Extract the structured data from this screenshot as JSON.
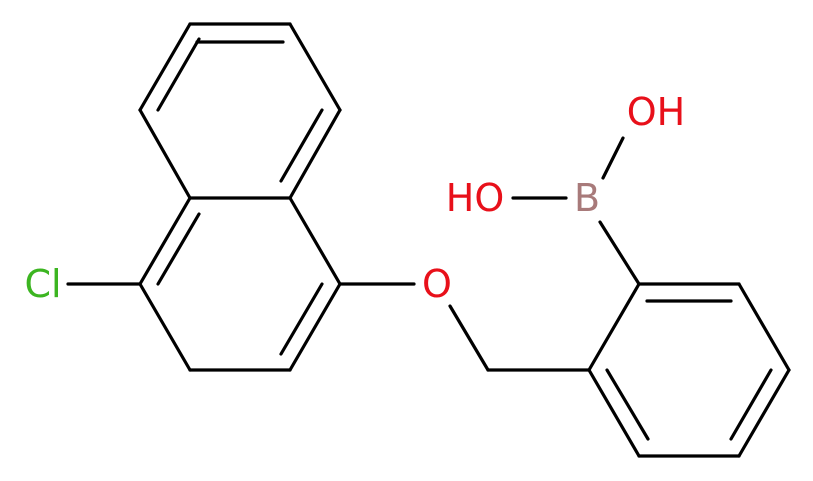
{
  "molecule": {
    "atoms": {
      "cl": {
        "label": "Cl",
        "color": "#3cb521"
      },
      "o_ether": {
        "label": "O",
        "color": "#e8101a"
      },
      "b": {
        "label": "B",
        "color": "#a87a7a"
      },
      "oh_top": {
        "label": "OH",
        "color": "#e8101a"
      },
      "ho_left": {
        "label": "HO",
        "color": "#e8101a"
      }
    },
    "bond_color": "#000000"
  }
}
